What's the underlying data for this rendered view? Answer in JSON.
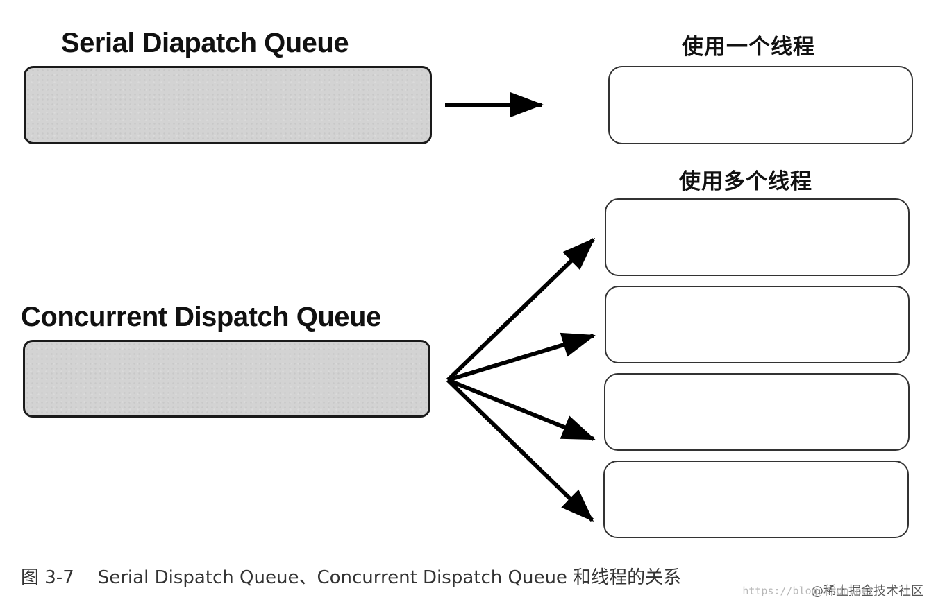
{
  "serial": {
    "title": "Serial Diapatch Queue"
  },
  "concurrent": {
    "title": "Concurrent Dispatch Queue"
  },
  "single_thread": {
    "title": "使用一个线程"
  },
  "multi_thread": {
    "title": "使用多个线程",
    "box_count": 4
  },
  "caption": {
    "figure_number": "图 3-7",
    "text": "Serial Dispatch Queue、Concurrent Dispatch Queue 和线程的关系"
  },
  "watermark": {
    "url": "https://blog.csdn.net/",
    "text": "@稀土掘金技术社区"
  }
}
